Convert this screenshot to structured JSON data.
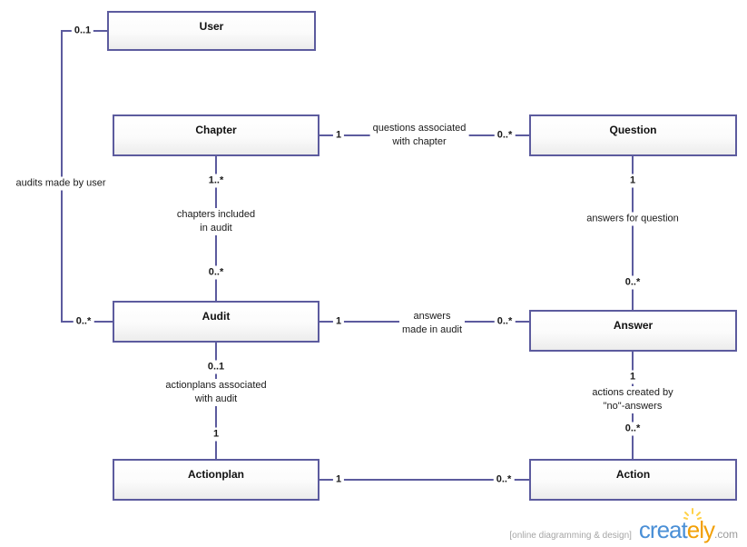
{
  "entities": {
    "user": "User",
    "chapter": "Chapter",
    "question": "Question",
    "audit": "Audit",
    "answer": "Answer",
    "actionplan": "Actionplan",
    "action": "Action"
  },
  "associations": {
    "user_audit": {
      "label": "audits made by user",
      "mult_user": "0..1",
      "mult_audit": "0..*"
    },
    "chapter_question": {
      "label1": "questions associated",
      "label2": "with chapter",
      "mult_chapter": "1",
      "mult_question": "0..*"
    },
    "chapter_audit": {
      "label1": "chapters included",
      "label2": "in audit",
      "mult_chapter": "1..*",
      "mult_audit": "0..*"
    },
    "question_answer": {
      "label": "answers for question",
      "mult_question": "1",
      "mult_answer": "0..*"
    },
    "audit_answer": {
      "label1": "answers",
      "label2": "made in audit",
      "mult_audit": "1",
      "mult_answer": "0..*"
    },
    "audit_actionplan": {
      "label1": "actionplans associated",
      "label2": "with audit",
      "mult_audit": "0..1",
      "mult_actionplan": "1"
    },
    "answer_action": {
      "label1": "actions created by",
      "label2": "\"no\"-answers",
      "mult_answer": "1",
      "mult_action": "0..*"
    },
    "actionplan_action": {
      "mult_actionplan": "1",
      "mult_action": "0..*"
    }
  },
  "branding": {
    "tagline": "[online diagramming & design]",
    "logo_blue_part": "creat",
    "logo_bulb_letter": "e",
    "logo_tail": "ly",
    "domain_suffix": ".com"
  },
  "colors": {
    "connector": "#5c5b9e",
    "logo_blue": "#4a8fd6",
    "logo_orange": "#f2a007",
    "bulb_rays": "#ffd24a"
  }
}
